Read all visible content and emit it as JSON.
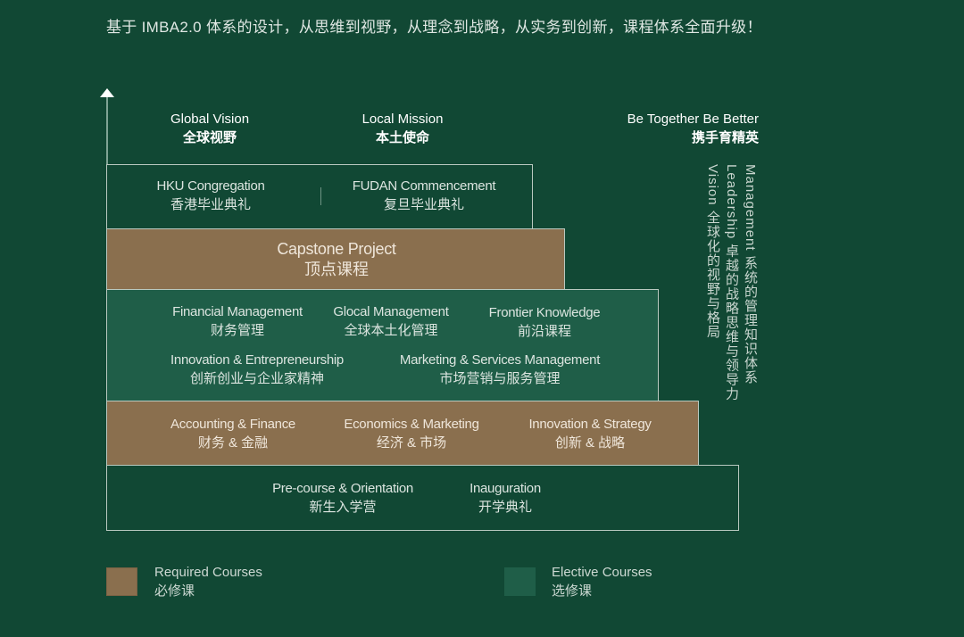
{
  "intro": "基于 IMBA2.0 体系的设计，从思维到视野，从理念到战略，从实务到创新，课程体系全面升级！",
  "colors": {
    "background": "#114834",
    "required": "#8a6f4e",
    "elective": "#1f5e48",
    "border": "#b9c9c0"
  },
  "pillars": [
    {
      "en": "Global Vision",
      "cn": "全球视野"
    },
    {
      "en": "Local Mission",
      "cn": "本土使命"
    },
    {
      "en": "Be Together Be Better",
      "cn": "携手育精英"
    }
  ],
  "vertical_texts": [
    "Management 系统的管理知识体系",
    "Leadership 卓越的战略思维与领导力",
    "Vision 全球化的视野与格局"
  ],
  "tiers": {
    "graduation": {
      "type": "none",
      "items": [
        {
          "en": "HKU Congregation",
          "cn": "香港毕业典礼"
        },
        {
          "en": "FUDAN Commencement",
          "cn": "复旦毕业典礼"
        }
      ]
    },
    "capstone": {
      "type": "required",
      "items": [
        {
          "en": "Capstone Project",
          "cn": "顶点课程"
        }
      ]
    },
    "electives": {
      "type": "elective",
      "items": [
        {
          "en": "Financial Management",
          "cn": "财务管理"
        },
        {
          "en": "Glocal Management",
          "cn": "全球本土化管理"
        },
        {
          "en": "Frontier Knowledge",
          "cn": "前沿课程"
        },
        {
          "en": "Innovation & Entrepreneurship",
          "cn": "创新创业与企业家精神"
        },
        {
          "en": "Marketing & Services Management",
          "cn": "市场营销与服务管理"
        }
      ]
    },
    "core": {
      "type": "required",
      "items": [
        {
          "en": "Accounting & Finance",
          "cn": "财务 & 金融"
        },
        {
          "en": "Economics & Marketing",
          "cn": "经济 & 市场"
        },
        {
          "en": "Innovation & Strategy",
          "cn": "创新 & 战略"
        }
      ]
    },
    "foundation": {
      "type": "none",
      "items": [
        {
          "en": "Pre-course & Orientation",
          "cn": "新生入学营"
        },
        {
          "en": "Inauguration",
          "cn": "开学典礼"
        }
      ]
    }
  },
  "legend": [
    {
      "en": "Required Courses",
      "cn": "必修课",
      "color": "#8a6f4e"
    },
    {
      "en": "Elective Courses",
      "cn": "选修课",
      "color": "#1f5e48"
    }
  ]
}
